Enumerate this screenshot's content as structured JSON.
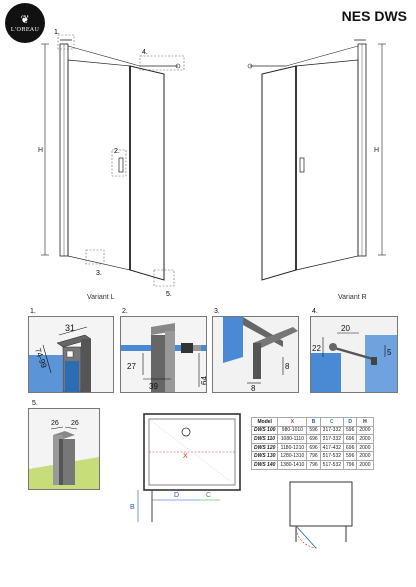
{
  "brand": {
    "logo_text": "L'OREAU"
  },
  "title": "NES DWS",
  "main_view": {
    "callouts": [
      "1.",
      "2.",
      "3.",
      "4.",
      "5.",
      "H",
      "H"
    ],
    "variant_left": "Variant L",
    "variant_right": "Variant R"
  },
  "details": {
    "panel1": {
      "number": "1.",
      "dims": [
        "31",
        "74-99"
      ]
    },
    "panel2": {
      "number": "2.",
      "dims": [
        "27",
        "39",
        "64"
      ]
    },
    "panel3": {
      "number": "3.",
      "dims": [
        "8",
        "8"
      ]
    },
    "panel4": {
      "number": "4.",
      "dims": [
        "20",
        "22",
        "5"
      ]
    },
    "panel5": {
      "number": "5.",
      "dims": [
        "26",
        "26"
      ]
    }
  },
  "plan": {
    "labels": [
      "X",
      "B",
      "D",
      "C"
    ]
  },
  "table": {
    "headers": [
      "Model",
      "X",
      "B",
      "C",
      "D",
      "H"
    ],
    "header_colors": [
      "#222222",
      "#d93025",
      "#1a5fb4",
      "#2e9e3a",
      "#1a5fb4",
      "#222222"
    ],
    "rows": [
      [
        "DWS 100",
        "980-1010",
        "596",
        "317-332",
        "596",
        "2000"
      ],
      [
        "DWS 110",
        "1080-1110",
        "696",
        "317-332",
        "696",
        "2000"
      ],
      [
        "DWS 120",
        "1180-1210",
        "696",
        "417-432",
        "696",
        "2000"
      ],
      [
        "DWS 130",
        "1280-1310",
        "796",
        "517-532",
        "596",
        "2000"
      ],
      [
        "DWS 140",
        "1380-1410",
        "796",
        "517-532",
        "796",
        "2000"
      ]
    ]
  }
}
